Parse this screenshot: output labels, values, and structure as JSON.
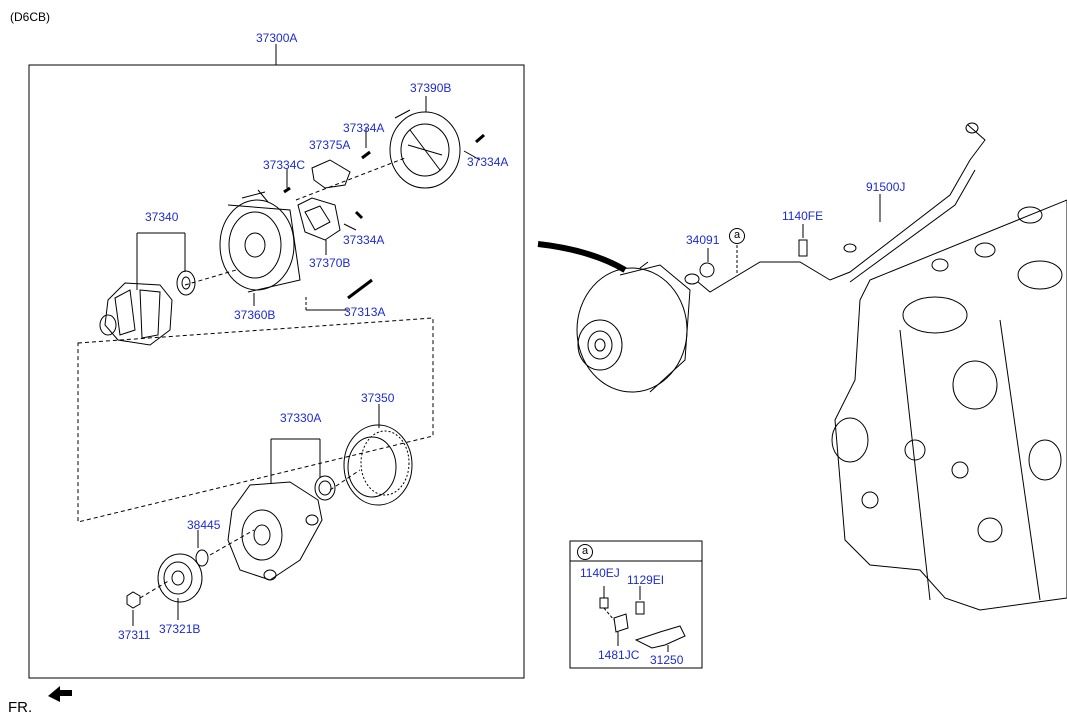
{
  "header": {
    "code": "(D6CB)"
  },
  "labels": {
    "l37300A": "37300A",
    "l37390B": "37390B",
    "l37334A_1": "37334A",
    "l37334A_2": "37334A",
    "l37334A_3": "37334A",
    "l37375A": "37375A",
    "l37334C": "37334C",
    "l37340": "37340",
    "l37370B": "37370B",
    "l37360B": "37360B",
    "l37313A": "37313A",
    "l37350": "37350",
    "l37330A": "37330A",
    "l38445": "38445",
    "l37311": "37311",
    "l37321B": "37321B",
    "l34091": "34091",
    "l1140FE": "1140FE",
    "l91500J": "91500J",
    "l1140EJ": "1140EJ",
    "l1129EI": "1129EI",
    "l1481JC": "1481JC",
    "l31250": "31250"
  },
  "callouts": {
    "a_main": "a",
    "a_box": "a"
  },
  "footer": {
    "fr": "FR."
  },
  "colors": {
    "label": "#1d2bd6",
    "line": "#000000"
  },
  "icons": {
    "fr_arrow": "arrow-left-icon"
  }
}
